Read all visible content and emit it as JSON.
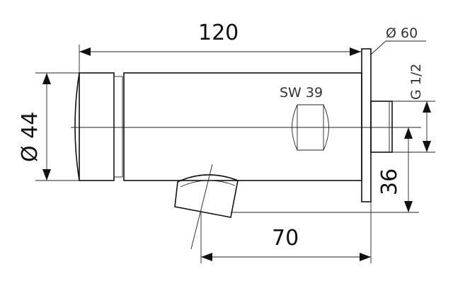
{
  "dimensions": {
    "overall_length": "120",
    "flange_diameter": "Ø 60",
    "body_diameter": "Ø 44",
    "wrench_size": "SW 39",
    "thread": "G 1/2",
    "outlet_height": "36",
    "outlet_offset": "70"
  }
}
